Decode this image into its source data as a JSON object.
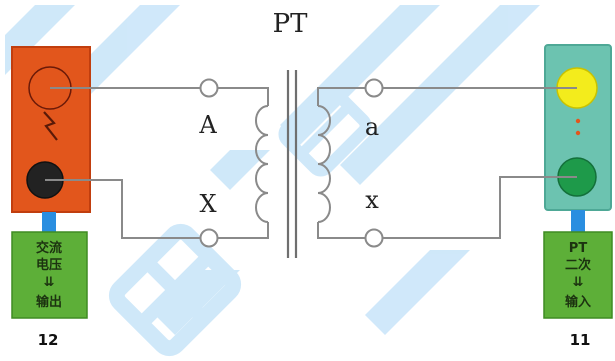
{
  "transformer": {
    "title": "PT"
  },
  "terminals": {
    "primary_top": "A",
    "primary_bottom": "X",
    "secondary_top": "a",
    "secondary_bottom": "x"
  },
  "left_device": {
    "number": "12",
    "port_label": [
      "交流",
      "电压",
      "⇊",
      "输出"
    ],
    "color_body": "#e2561c",
    "color_port": "#5daf38"
  },
  "right_device": {
    "number": "11",
    "port_label": [
      "PT",
      "二次",
      "⇊",
      "输入"
    ],
    "color_body": "#6cc3b0",
    "color_port": "#5daf38"
  },
  "watermark_color": "#a9d6f5"
}
